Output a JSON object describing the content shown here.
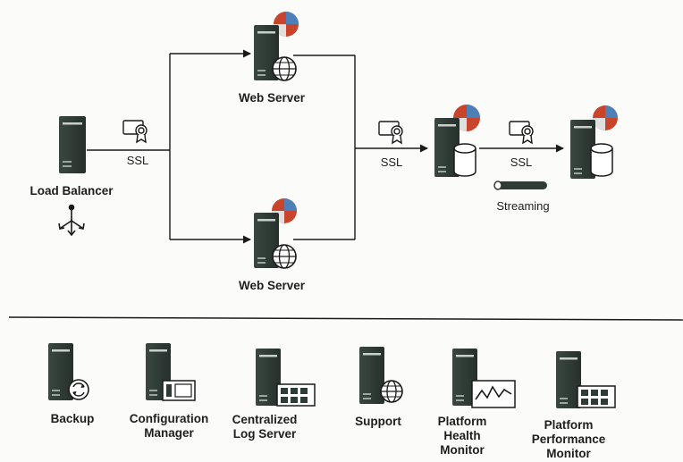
{
  "nodes": {
    "load_balancer": "Load Balancer",
    "web_server_top": "Web Server",
    "web_server_bottom": "Web Server"
  },
  "edge_labels": {
    "ssl_lb": "SSL",
    "ssl_db": "SSL",
    "ssl_replica": "SSL",
    "streaming": "Streaming"
  },
  "services": {
    "backup": "Backup",
    "configuration_manager": "Configuration Manager",
    "centralized_log_server": "Centralized Log Server",
    "support": "Support",
    "platform_health_monitor": "Platform Health Monitor",
    "platform_performance_monitor": "Platform Performance Monitor"
  },
  "colors": {
    "server_dark": "#2f3b36",
    "server_mid": "#4a5650",
    "accent_red": "#c8442a",
    "accent_blue": "#4d7fb8",
    "line": "#1a1a1a"
  }
}
